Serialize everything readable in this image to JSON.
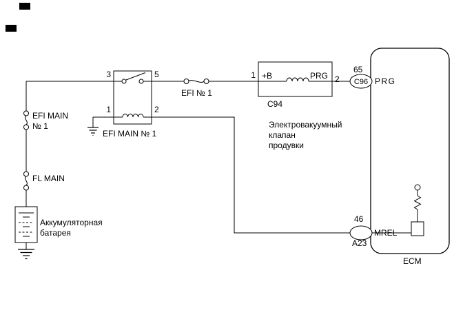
{
  "page": {
    "background": "#ffffff",
    "line_color": "#000000"
  },
  "power": {
    "fuse_efi_main_label_1": "EFI MAIN",
    "fuse_efi_main_label_2": "№ 1",
    "fuse_fl_main_label": "FL MAIN",
    "battery_label_1": "Аккумуляторная",
    "battery_label_2": "батарея"
  },
  "relay": {
    "pin_3": "3",
    "pin_5": "5",
    "pin_1": "1",
    "pin_2": "2",
    "label": "EFI MAIN № 1"
  },
  "fuse_efi1": {
    "label": "EFI № 1"
  },
  "valve": {
    "pin_1": "1",
    "terminal_b": "+B",
    "terminal_prg": "PRG",
    "pin_2": "2",
    "connector": "C94",
    "desc_1": "Электровакуумный",
    "desc_2": "клапан",
    "desc_3": "продувки"
  },
  "ecm": {
    "label": "ECM",
    "prg": {
      "pin": "65",
      "connector": "C96",
      "signal": "PRG"
    },
    "mrel": {
      "pin": "46",
      "connector": "A23",
      "signal": "MREL"
    }
  }
}
